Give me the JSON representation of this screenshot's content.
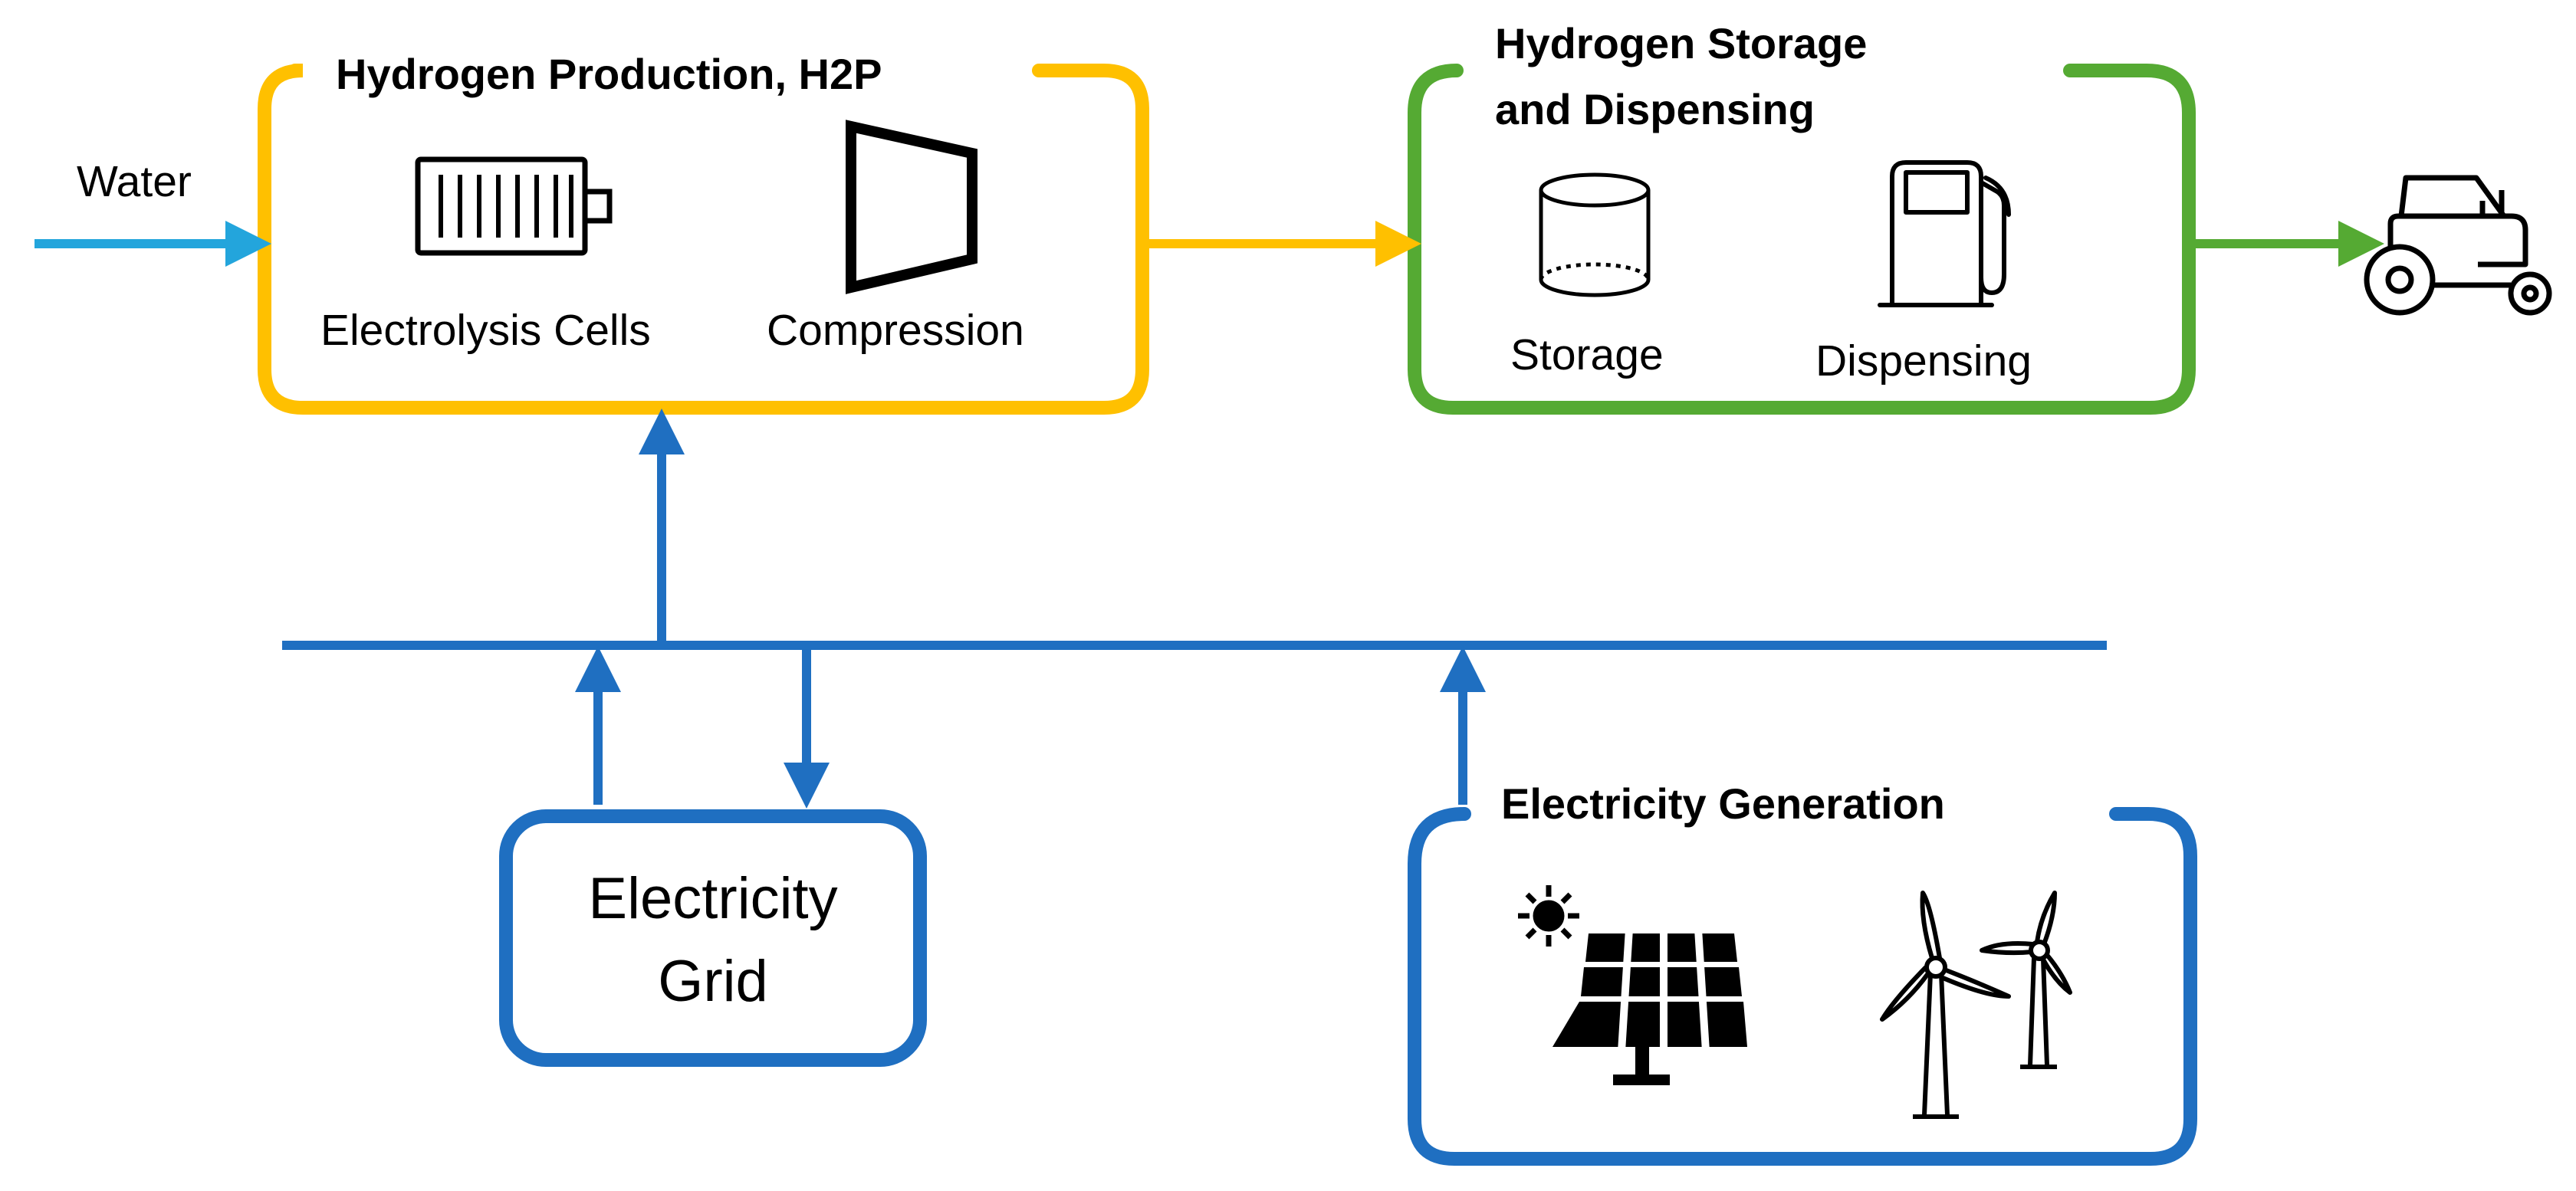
{
  "colors": {
    "production": "#FFC000",
    "storage": "#55AA33",
    "electric": "#1F6FC1",
    "water": "#23A5DC",
    "ink": "#000000"
  },
  "production": {
    "title": "Hydrogen Production, H2P",
    "electrolysis_label": "Electrolysis Cells",
    "compression_label": "Compression"
  },
  "storage": {
    "title_line1": "Hydrogen Storage",
    "title_line2": "and Dispensing",
    "storage_label": "Storage",
    "dispensing_label": "Dispensing"
  },
  "water": {
    "label": "Water"
  },
  "grid": {
    "line1": "Electricity",
    "line2": "Grid"
  },
  "generation": {
    "title": "Electricity Generation"
  },
  "icons": [
    "battery-icon",
    "compressor-icon",
    "tank-icon",
    "fuel-pump-icon",
    "tractor-icon",
    "sun-icon",
    "solar-panel-icon",
    "wind-turbine-icon"
  ]
}
